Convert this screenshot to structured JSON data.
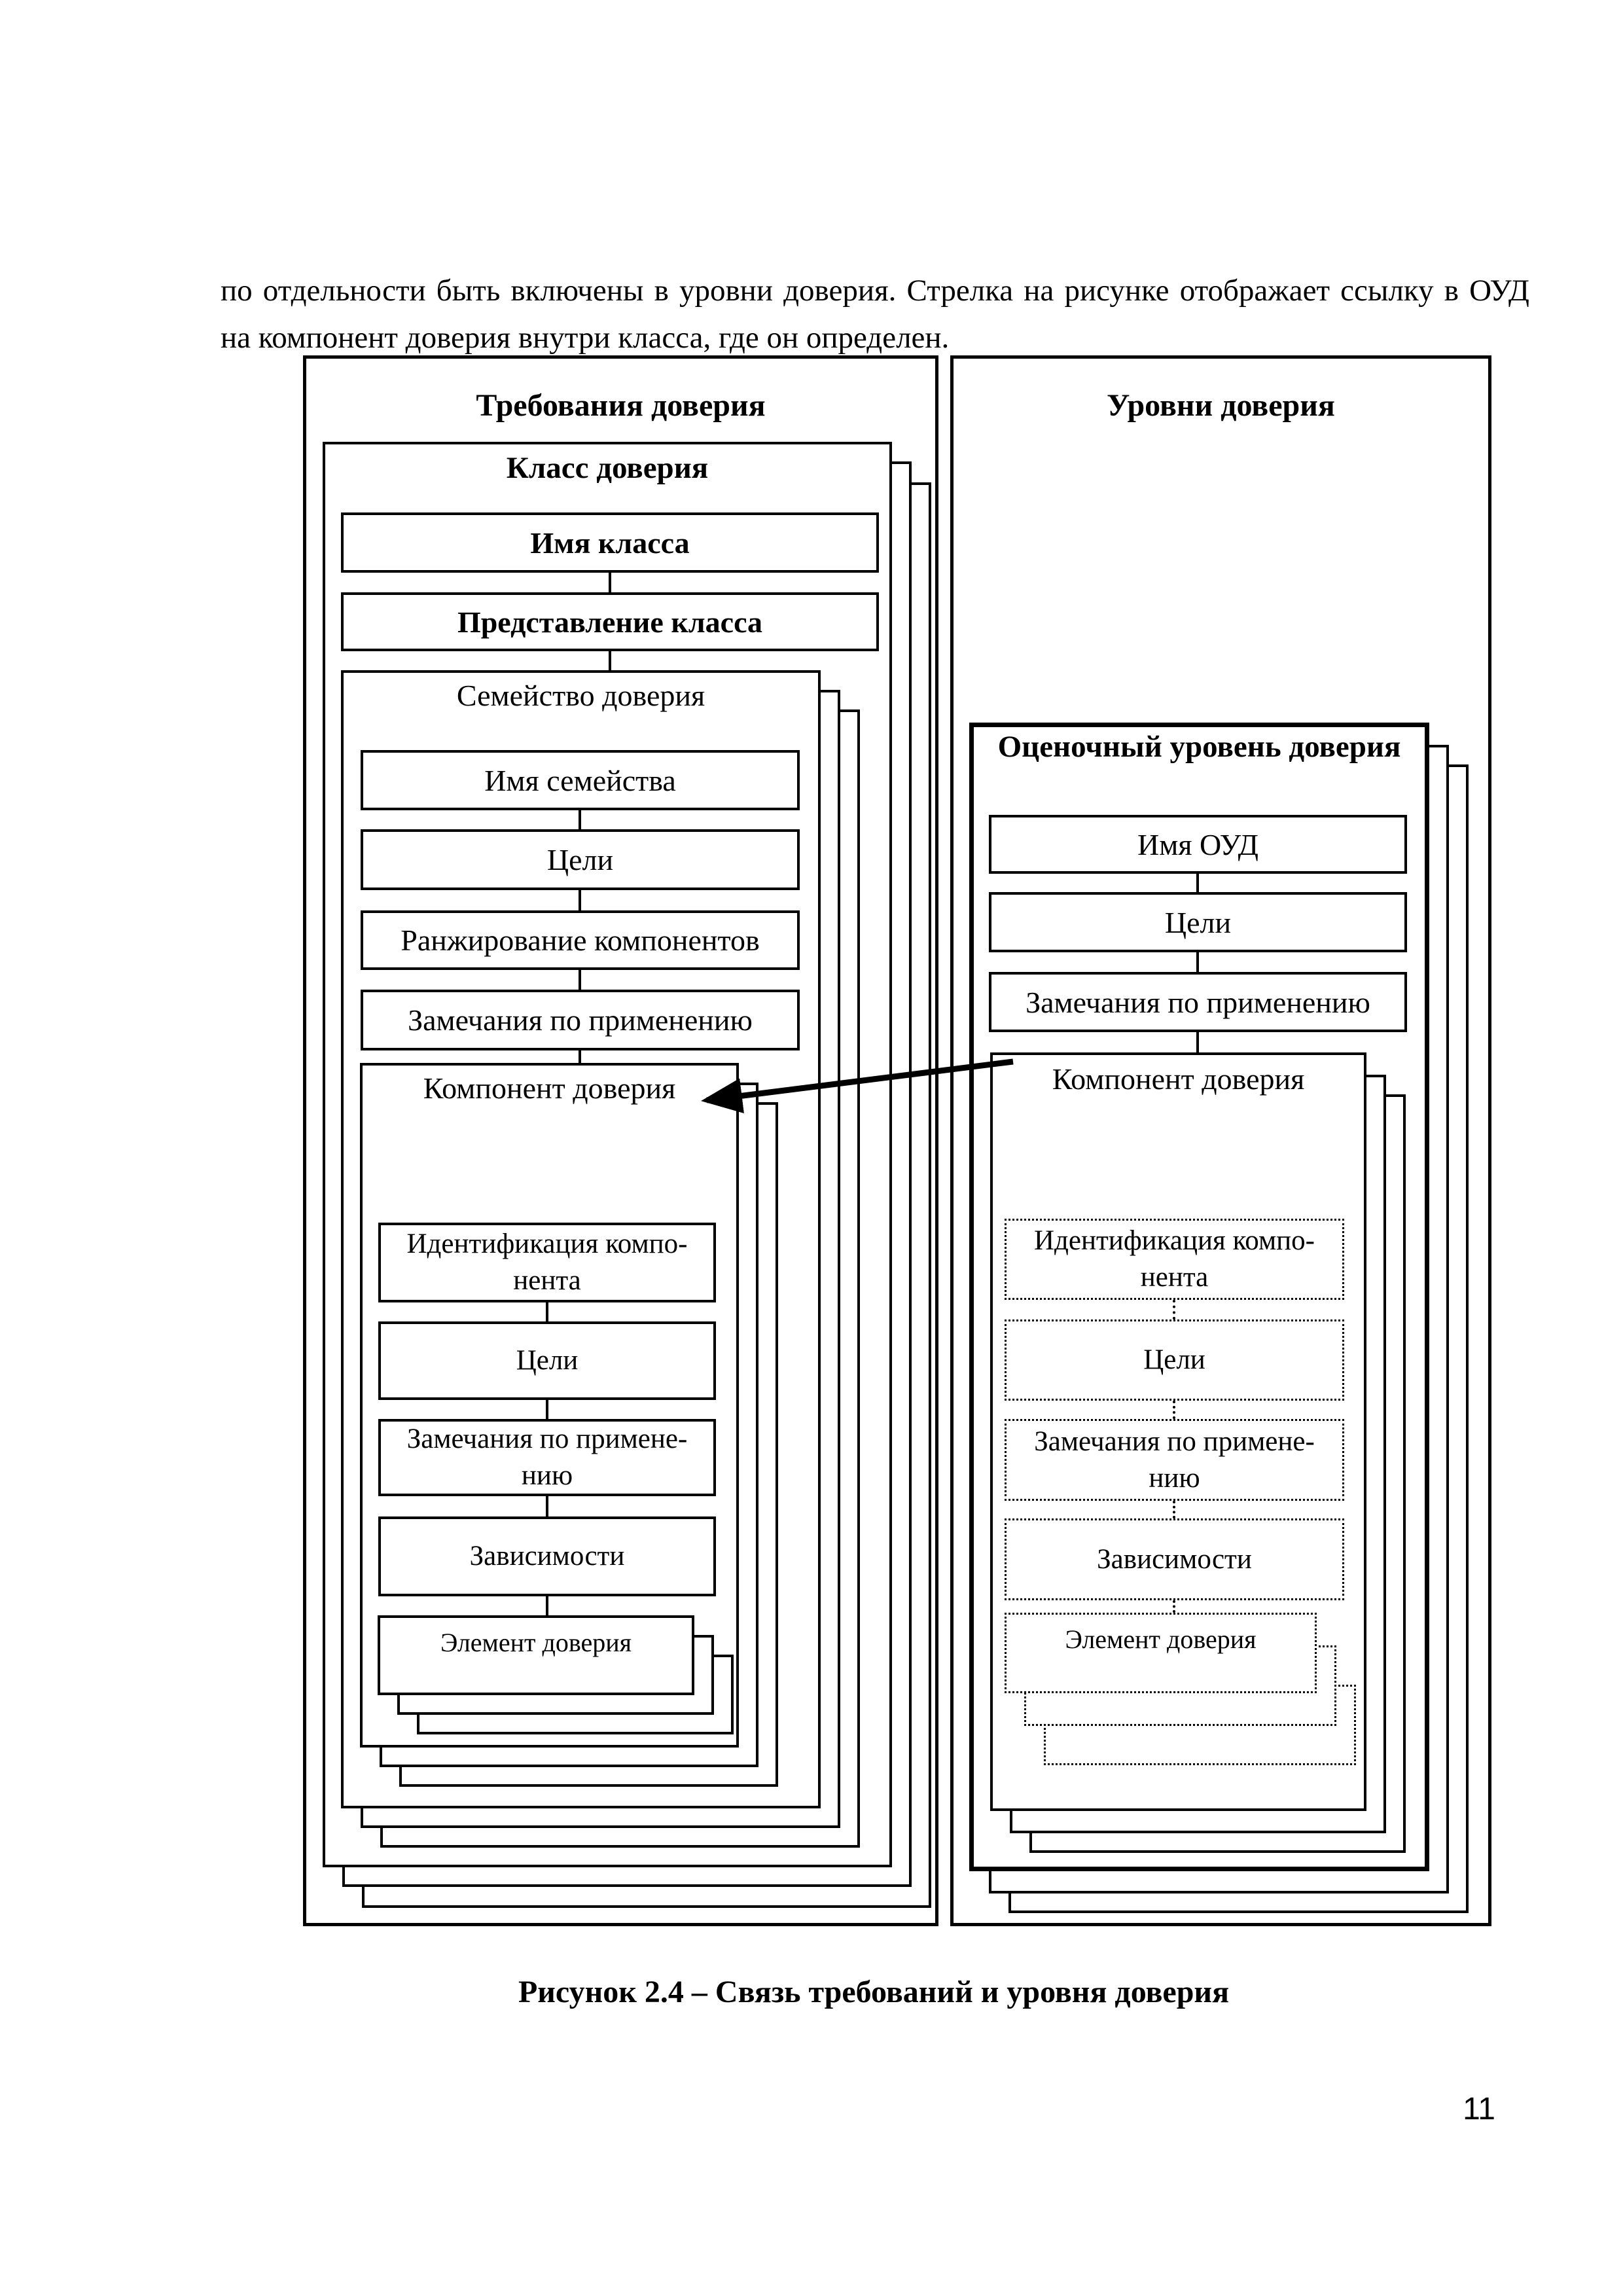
{
  "page": {
    "intro_text": "по отдельности быть включены в уровни доверия. Стрелка на рисунке отображает ссылку в ОУД на компонент доверия внутри класса, где он определен.",
    "caption": "Рисунок 2.4 – Связь требований и уровня доверия",
    "page_number": "11"
  },
  "figure": {
    "left_column": {
      "header": "Требования доверия",
      "class_box": {
        "title": "Класс доверия",
        "name": "Имя класса",
        "presentation": "Представление класса"
      },
      "family_box": {
        "title": "Семейство доверия",
        "name": "Имя семейства",
        "goals": "Цели",
        "ranking": "Ранжирование компонентов",
        "notes": "Замечания по применению"
      },
      "component_box": {
        "title": "Компонент доверия",
        "identification": "Идентификация компо-\nнента",
        "goals": "Цели",
        "notes": "Замечания по примене-\nнию",
        "dependencies": "Зависимости",
        "element": "Элемент доверия"
      }
    },
    "right_column": {
      "header": "Уровни доверия",
      "eal_box": {
        "title": "Оценочный уровень доверия",
        "name": "Имя ОУД",
        "goals": "Цели",
        "notes": "Замечания по применению"
      },
      "component_box": {
        "title": "Компонент доверия",
        "identification": "Идентификация компо-\nнента",
        "goals": "Цели",
        "notes": "Замечания по примене-\nнию",
        "dependencies": "Зависимости",
        "element": "Элемент доверия"
      }
    }
  }
}
